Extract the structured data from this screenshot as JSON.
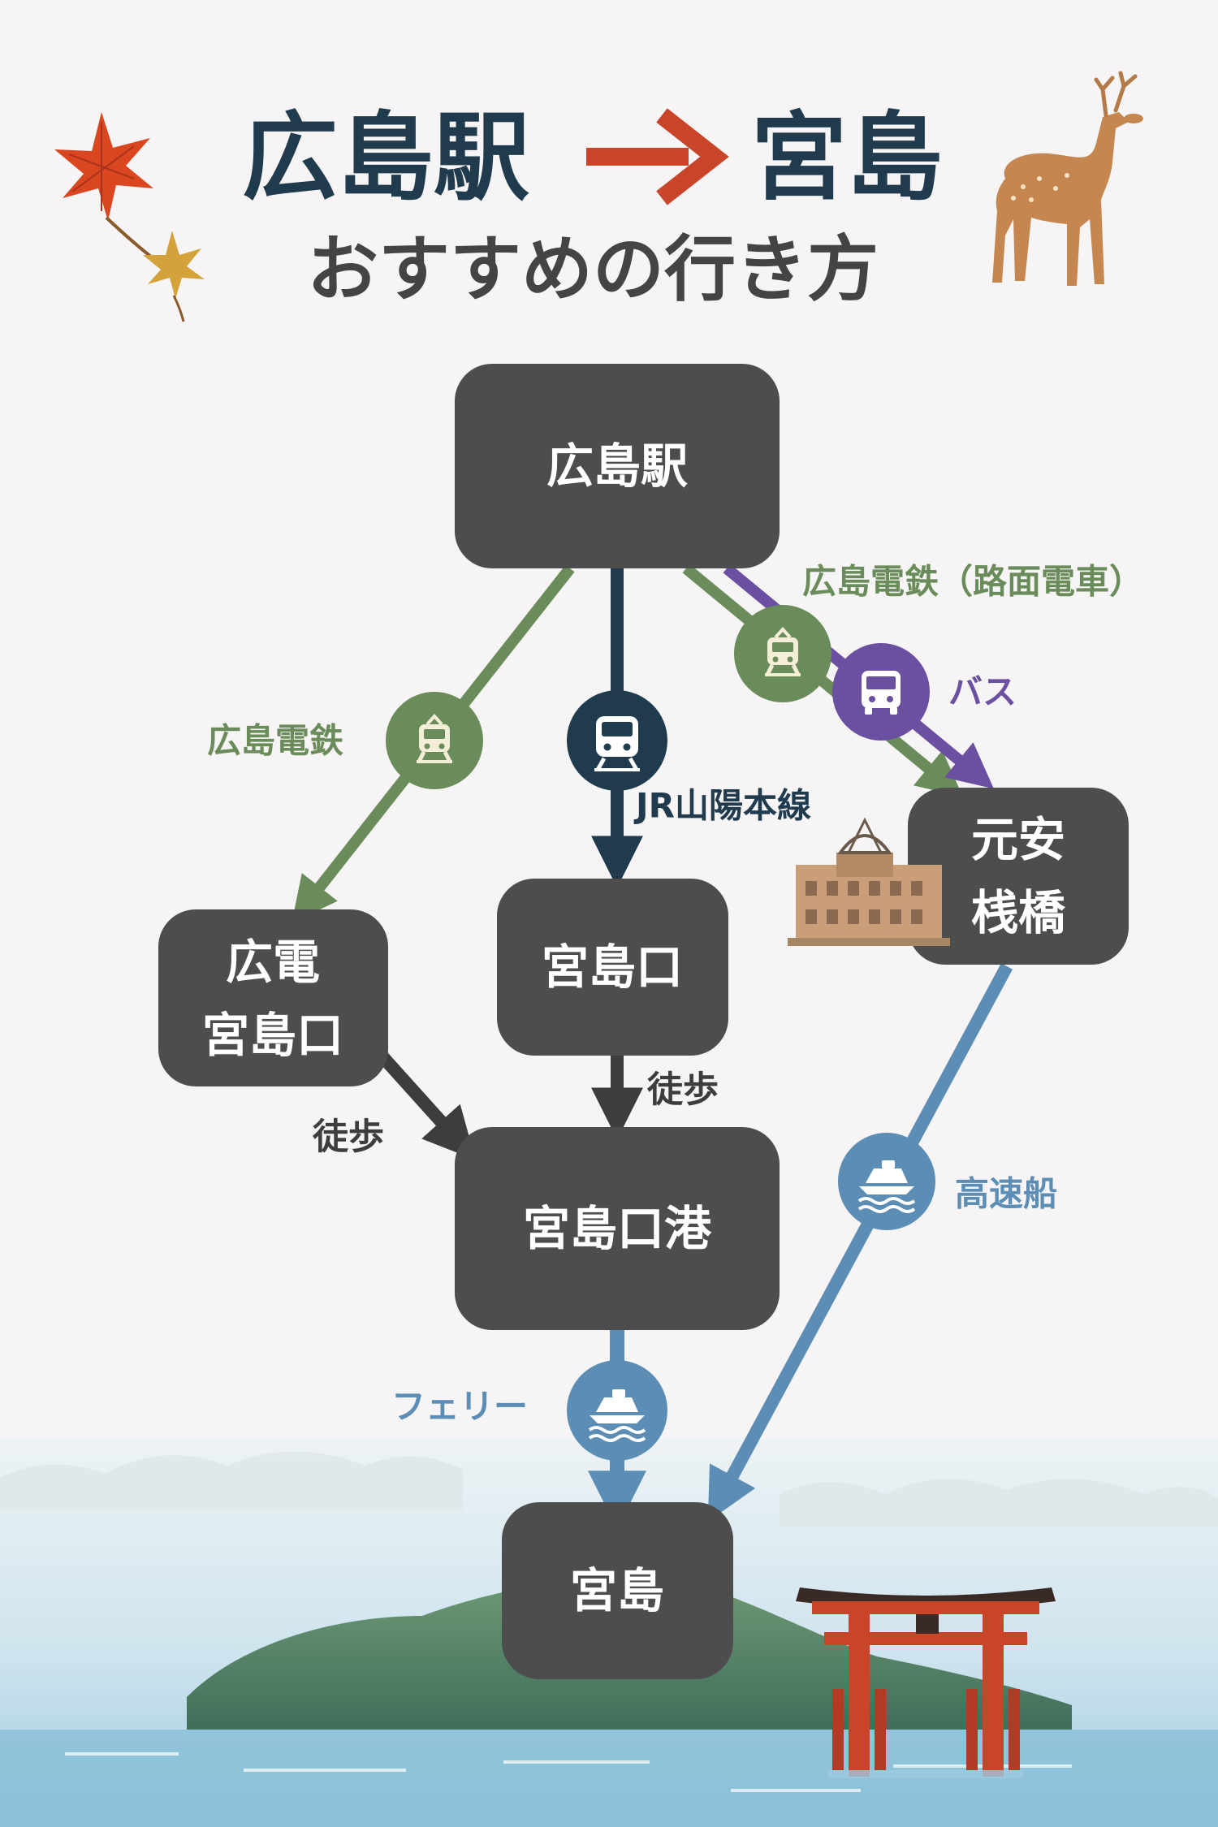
{
  "header": {
    "from": "広島駅",
    "to": "宮島",
    "subtitle": "おすすめの行き方"
  },
  "colors": {
    "tram": "#6a8c5a",
    "jr": "#1f3b4d",
    "bus": "#6b4fa0",
    "ferry": "#5b8db5",
    "walk": "#3d3d3d",
    "node": "#4d4d4d",
    "title_arrow": "#c8452a"
  },
  "nodes": {
    "hiroshima_station": {
      "label": "広島駅"
    },
    "hiroden_miyajimaguchi": {
      "line1": "広電",
      "line2": "宮島口"
    },
    "miyajimaguchi": {
      "label": "宮島口"
    },
    "motoyasu_bashi": {
      "line1": "元安",
      "line2": "桟橋"
    },
    "miyajimaguchi_port": {
      "label": "宮島口港"
    },
    "miyajima": {
      "label": "宮島"
    }
  },
  "routes": {
    "hiroden": {
      "label": "広島電鉄",
      "icon": "tram-icon"
    },
    "jr": {
      "label": "JR山陽本線",
      "icon": "train-icon"
    },
    "streetcar": {
      "label": "広島電鉄（路面電車）",
      "icon": "tram-icon"
    },
    "bus": {
      "label": "バス",
      "icon": "bus-icon"
    },
    "walk1": {
      "label": "徒歩"
    },
    "walk2": {
      "label": "徒歩"
    },
    "highspeed_boat": {
      "label": "高速船",
      "icon": "boat-icon"
    },
    "ferry": {
      "label": "フェリー",
      "icon": "boat-icon"
    }
  }
}
